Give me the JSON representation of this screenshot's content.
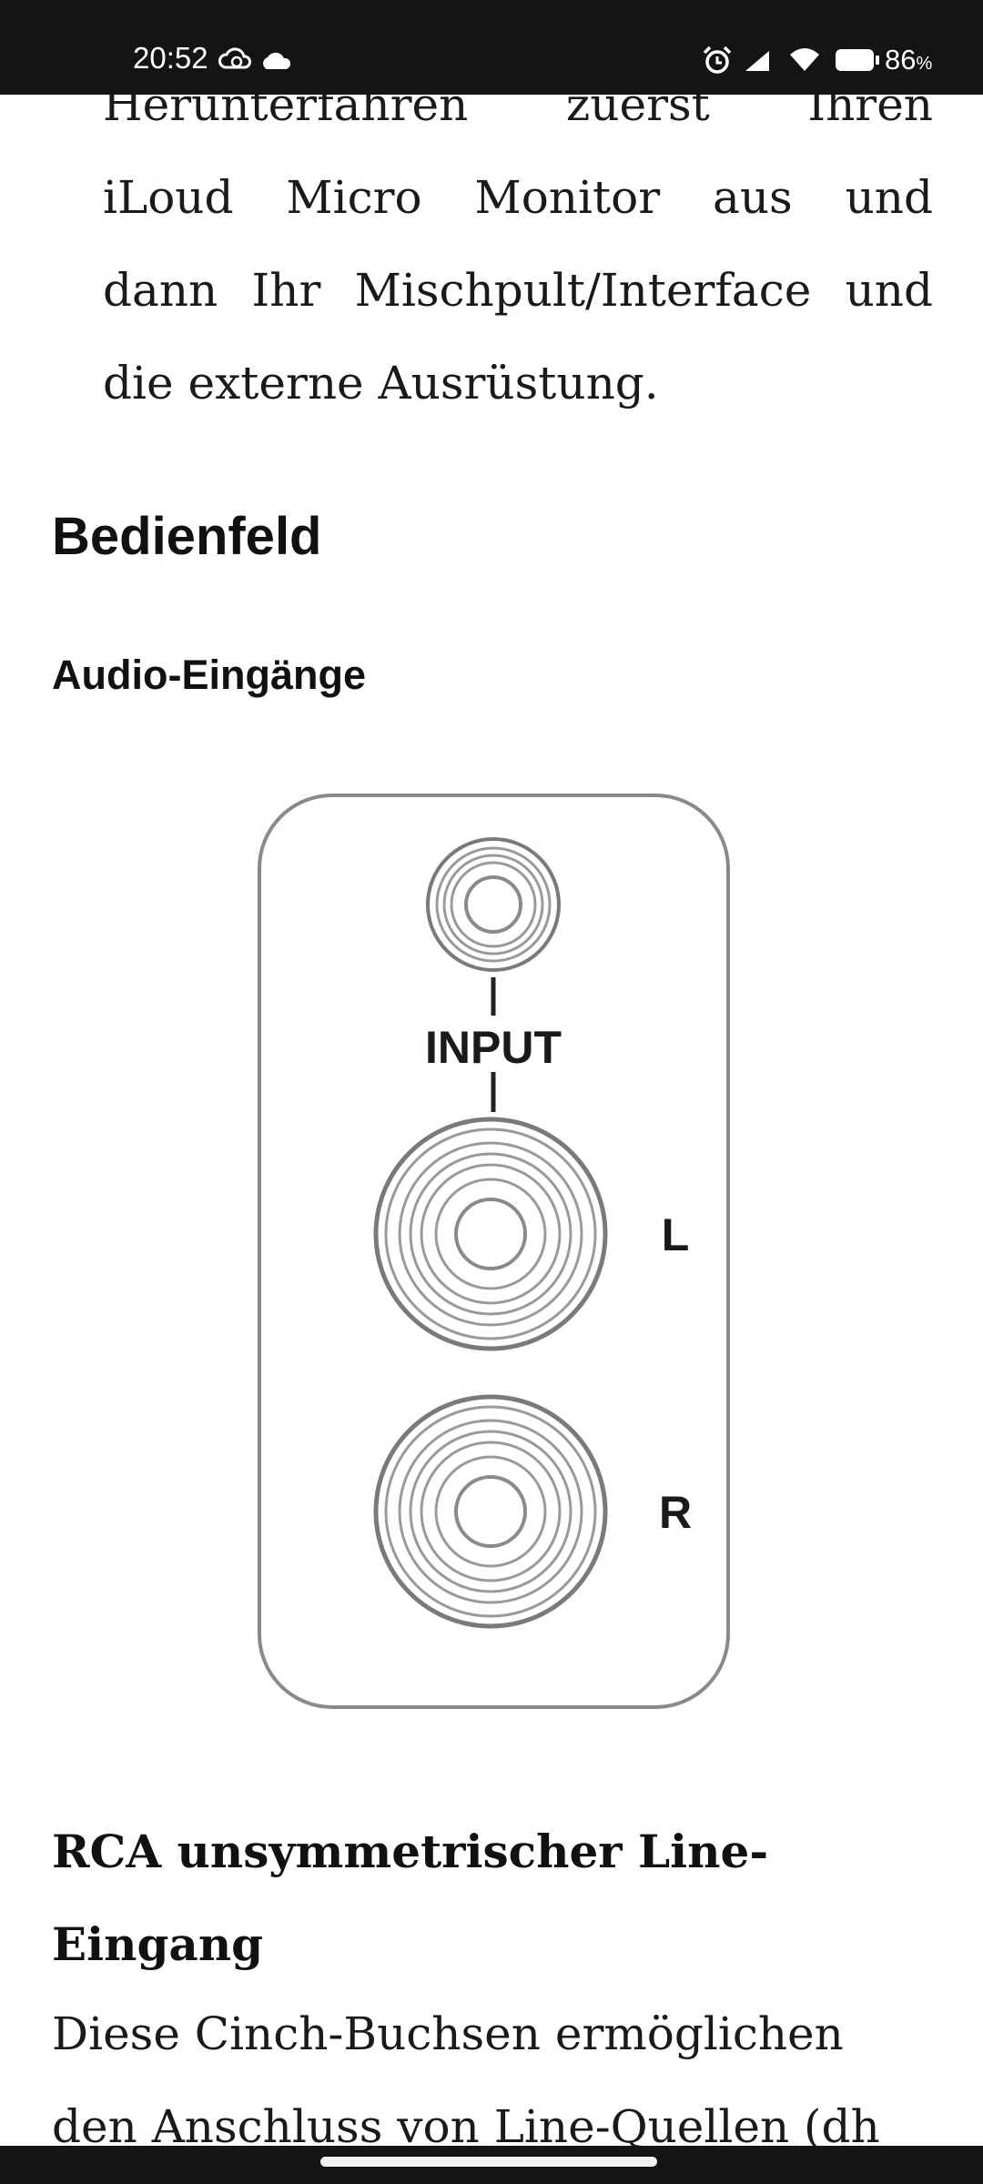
{
  "status_bar": {
    "time": "20:52",
    "battery_percent": "86",
    "battery_unit": "%",
    "icons": [
      "cloud-sync-icon",
      "cloud-icon",
      "alarm-icon",
      "signal-icon",
      "wifi-icon",
      "battery-icon"
    ]
  },
  "article": {
    "intro_lines": [
      "Herunterfahren zuerst Ihren",
      "iLoud Micro Monitor aus und",
      "dann Ihr Mischpult/Interface und",
      "die externe Ausrüstung."
    ],
    "section_title": "Bedienfeld",
    "subsection_title": "Audio-Eingänge",
    "diagram": {
      "input_label": "INPUT",
      "left_label": "L",
      "right_label": "R"
    },
    "rca_heading": "RCA unsymmetrischer Line-Eingang",
    "body_lines": [
      "Diese Cinch-Buchsen ermöglichen",
      "den Anschluss von Line-Quellen (dh"
    ]
  }
}
